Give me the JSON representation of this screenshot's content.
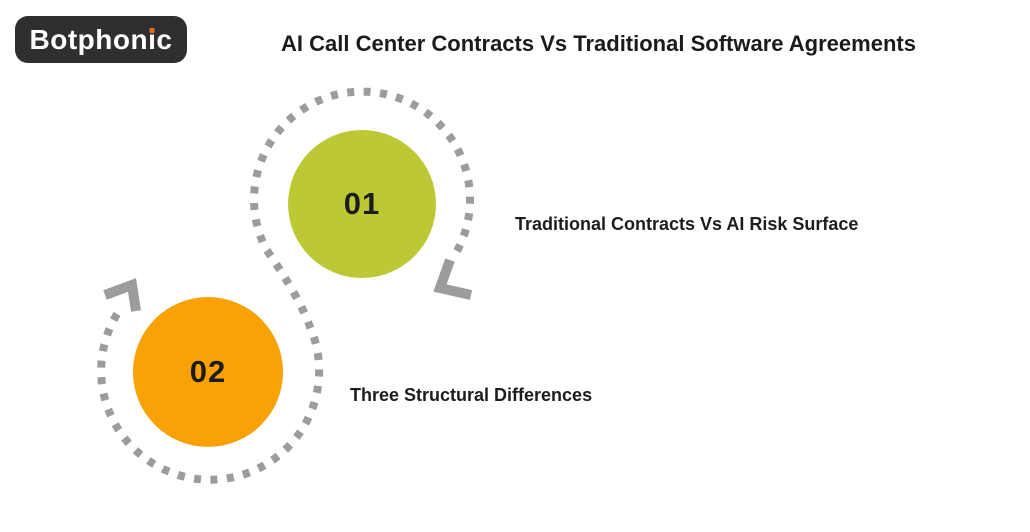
{
  "brand": {
    "name": "Botphonic",
    "name_pre": "Botphon",
    "name_i": "ı",
    "name_post": "c",
    "bg_color": "#2f2f31",
    "text_color": "#ffffff",
    "i_dot_color": "#ee6c1e"
  },
  "title": "AI Call Center Contracts Vs Traditional Software Agreements",
  "colors": {
    "background": "#ffffff",
    "dotted_path": "#9c9c9c",
    "step1_circle": "#bcc935",
    "step2_circle": "#faa105",
    "text": "#1b1b1b"
  },
  "steps": [
    {
      "number": "01",
      "label": "Traditional Contracts Vs AI Risk Surface"
    },
    {
      "number": "02",
      "label": "Three Structural Differences"
    }
  ]
}
